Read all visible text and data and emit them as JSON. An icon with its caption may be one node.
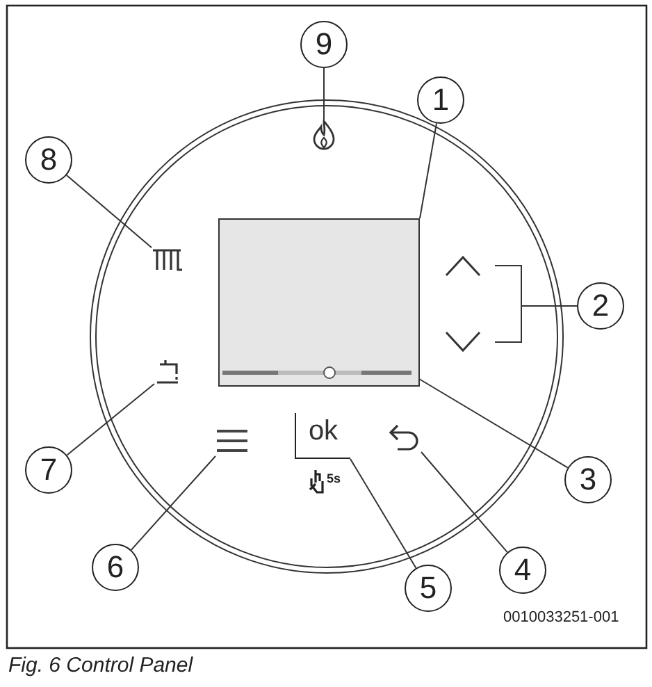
{
  "diagram": {
    "caption": "Fig. 6 Control Panel",
    "nodes": [
      {
        "text": [
          "1"
        ]
      },
      {
        "text": [
          "2"
        ]
      },
      {
        "text": [
          "3"
        ]
      },
      {
        "text": [
          "4"
        ]
      },
      {
        "text": [
          "5"
        ]
      },
      {
        "text": [
          "6"
        ]
      },
      {
        "text": [
          "7"
        ]
      },
      {
        "text": [
          "8"
        ]
      },
      {
        "text": [
          "9"
        ]
      },
      {
        "text": [],
        "shape": "box"
      },
      {
        "text": [],
        "shape": "chevron"
      },
      {
        "text": [],
        "shape": "chevron"
      },
      {
        "text": [],
        "shape": "bar",
        "in": 9
      },
      {
        "text": [],
        "shape": "arrow"
      },
      {
        "text": [
          "ok"
        ]
      },
      {
        "text": [],
        "shape": "lines"
      },
      {
        "text": [],
        "shape": "tap"
      },
      {
        "text": [],
        "shape": "radiator"
      },
      {
        "text": [],
        "shape": "flame"
      }
    ],
    "edges": [
      {
        "from": 0,
        "to": 9,
        "arrow": "none"
      },
      {
        "from": 1,
        "to": 10,
        "arrow": "none"
      },
      {
        "from": 1,
        "to": 11,
        "arrow": "none"
      },
      {
        "from": 2,
        "to": 12,
        "arrow": "none"
      },
      {
        "from": 3,
        "to": 13,
        "arrow": "none"
      },
      {
        "from": 4,
        "to": 14,
        "arrow": "none"
      },
      {
        "from": 5,
        "to": 15,
        "arrow": "none"
      },
      {
        "from": 6,
        "to": 16,
        "arrow": "none"
      },
      {
        "from": 7,
        "to": 17,
        "arrow": "none"
      },
      {
        "from": 8,
        "to": 18,
        "arrow": "none"
      }
    ],
    "labels": [
      "5s",
      "0010033251-001"
    ]
  }
}
